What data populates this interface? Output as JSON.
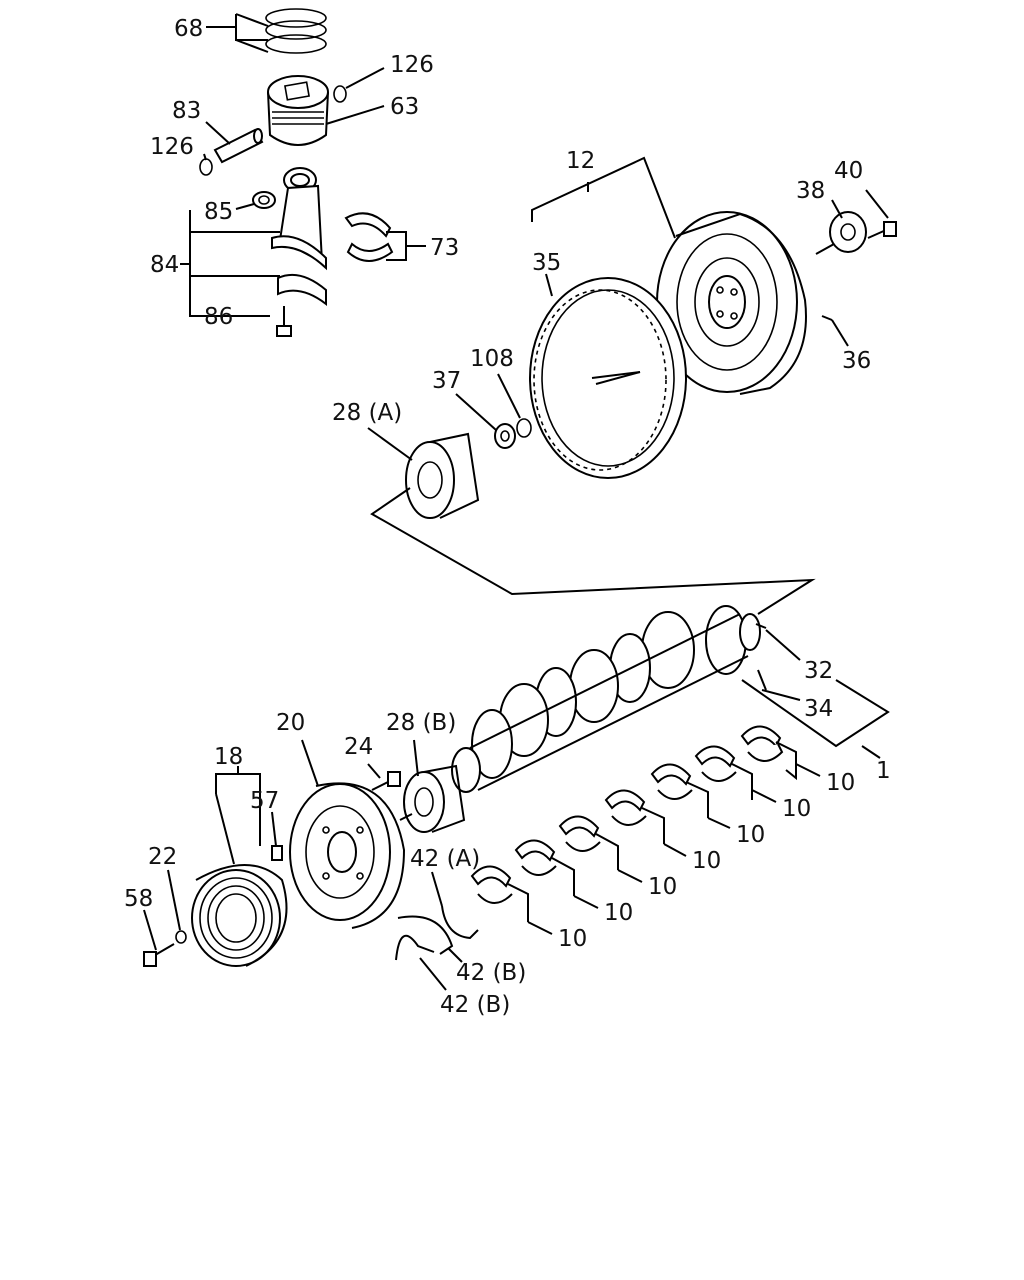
{
  "labels": {
    "p68": "68",
    "p126a": "126",
    "p63": "63",
    "p83": "83",
    "p126b": "126",
    "p85": "85",
    "p84": "84",
    "p86": "86",
    "p73": "73",
    "p12": "12",
    "p35": "35",
    "p40": "40",
    "p38": "38",
    "p36": "36",
    "p108": "108",
    "p37": "37",
    "p28a": "28 (A)",
    "p32": "32",
    "p34": "34",
    "p1": "1",
    "p20": "20",
    "p24": "24",
    "p28b": "28 (B)",
    "p18": "18",
    "p57": "57",
    "p22": "22",
    "p58": "58",
    "p42a": "42 (A)",
    "p42b1": "42 (B)",
    "p42b2": "42 (B)",
    "p10a": "10",
    "p10b": "10",
    "p10c": "10",
    "p10d": "10",
    "p10e": "10",
    "p10f": "10",
    "p10g": "10"
  }
}
